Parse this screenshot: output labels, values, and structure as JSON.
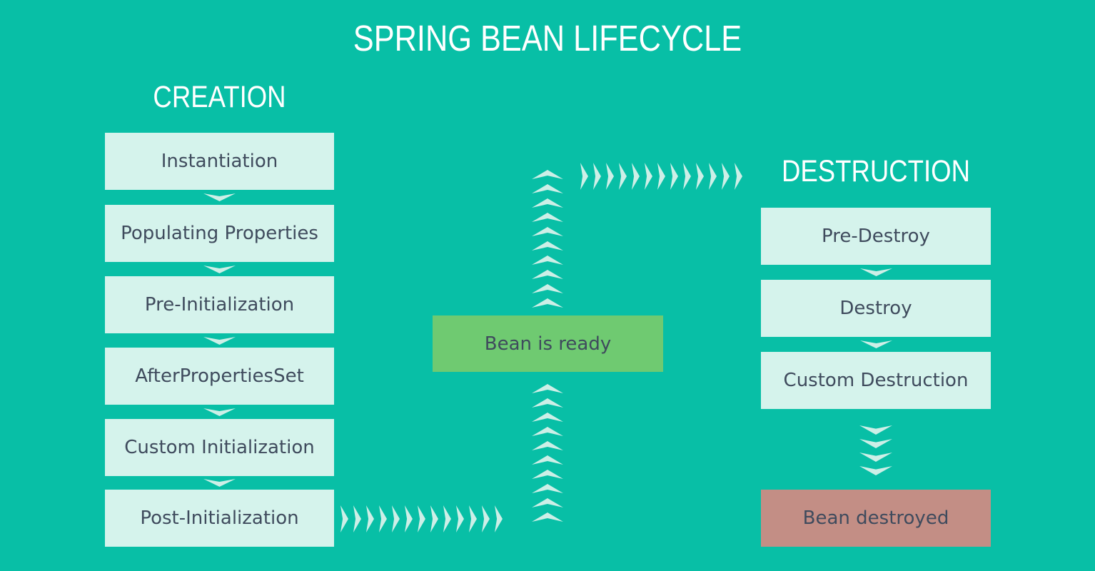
{
  "title": "SPRING BEAN LIFECYCLE",
  "creation": {
    "heading": "CREATION",
    "steps": [
      "Instantiation",
      "Populating Properties",
      "Pre-Initialization",
      "AfterPropertiesSet",
      "Custom Initialization",
      "Post-Initialization"
    ]
  },
  "center": {
    "ready_label": "Bean is ready"
  },
  "destruction": {
    "heading": "DESTRUCTION",
    "steps": [
      "Pre-Destroy",
      "Destroy",
      "Custom Destruction"
    ],
    "final_label": "Bean destroyed"
  },
  "arrows": {
    "up_stack_top_count": 10,
    "up_stack_bottom_count": 10,
    "right_row_top_count": 13,
    "right_row_bottom_count": 13,
    "down_stack_destruction_count": 4
  },
  "colors": {
    "background": "#08BFA6",
    "box_mint": "#D5F3EC",
    "chevron": "#CDEFE7",
    "text_dark": "#3F4B5D",
    "ready_green": "#6FCA71",
    "destroyed_red": "#C38E85",
    "heading_white": "#FFFFFF"
  }
}
